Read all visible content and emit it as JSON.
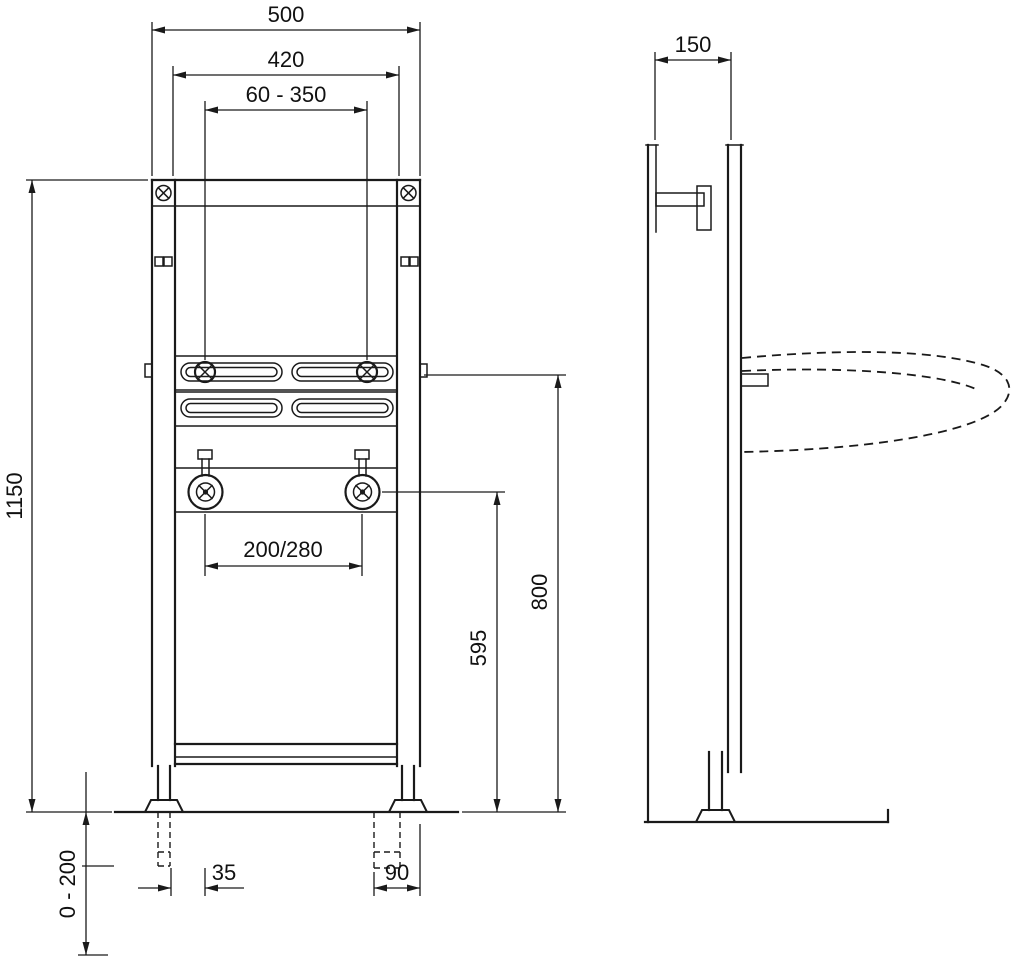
{
  "dimensions": {
    "frame_width": "500",
    "mounting_width": "420",
    "bracket_adjust_range": "60 - 350",
    "frame_height": "1150",
    "connection_spacing": "200/280",
    "connection_height": "595",
    "bracket_height": "800",
    "foot_offset_left": "35",
    "foot_offset_right": "90",
    "leg_adjust_range": "0 - 200",
    "frame_depth": "150"
  }
}
